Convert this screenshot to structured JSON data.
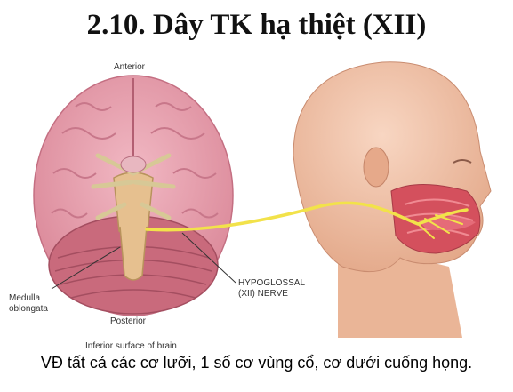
{
  "slide": {
    "title": "2.10. Dây TK hạ thiệt (XII)",
    "caption": "VĐ tất cả các cơ lưỡi, 1 số cơ vùng cổ, cơ dưới cuống họng."
  },
  "figure": {
    "labels": {
      "anterior": "Anterior",
      "posterior": "Posterior",
      "medulla_line1": "Medulla",
      "medulla_line2": "oblongata",
      "nerve_line1": "HYPOGLOSSAL",
      "nerve_line2": "(XII) NERVE",
      "subtitle": "Inferior surface of brain"
    },
    "colors": {
      "brain": "#e9a3b0",
      "brain_shade": "#d9879a",
      "cerebellum": "#c96a7c",
      "brainstem": "#e6c08f",
      "nerve": "#f2e24a",
      "skin": "#f3c4a9",
      "muscle": "#d4505d"
    }
  }
}
